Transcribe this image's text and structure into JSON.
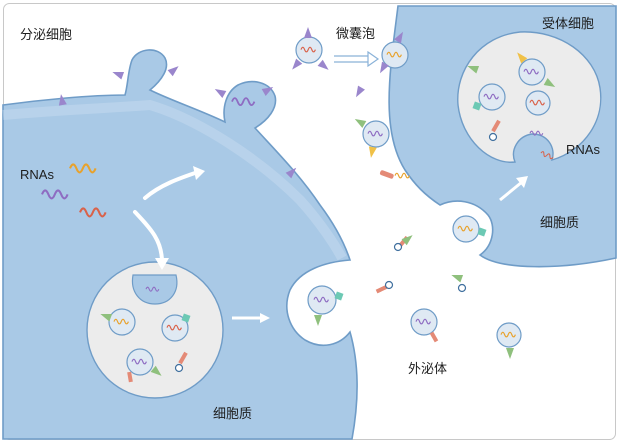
{
  "labels": {
    "secreting_cell": "分泌细胞",
    "microvesicle": "微囊泡",
    "recipient_cell": "受体细胞",
    "rnas_left": "RNAs",
    "rnas_right": "RNAs",
    "cytoplasm_right": "细胞质",
    "cytoplasm_bottom": "细胞质",
    "exosome": "外泌体"
  },
  "colors": {
    "cell_fill": "#a9c9e6",
    "cell_edge": "#6f9cc7",
    "mvb_fill": "#ececec",
    "rna_orange": "#e8a22c",
    "rna_purple": "#8e6cc2",
    "rna_red": "#d9624a",
    "protein_purple": "#9a86cc",
    "protein_green": "#8fc07d",
    "protein_yellow": "#f0c148",
    "protein_teal": "#6cc9b4",
    "protein_coral": "#e48a76"
  },
  "icons": [
    "vesicle-icon",
    "arrow-icon",
    "rna-strand-icon",
    "membrane-protein-icon",
    "receptor-icon"
  ]
}
